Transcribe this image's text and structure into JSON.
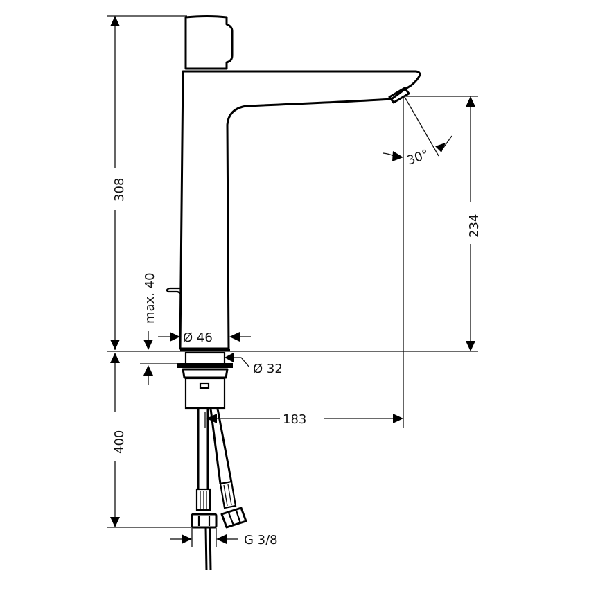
{
  "drawing": {
    "subject": "single-lever basin mixer dimensional drawing",
    "colors": {
      "line": "#000000",
      "background": "#ffffff"
    },
    "dimensions": {
      "total_height": "308",
      "spout_height": "234",
      "spout_angle": "30°",
      "max_thickness": "max. 40",
      "body_diameter": "Ø 46",
      "shank_diameter": "Ø 32",
      "projection": "183",
      "hose_length": "400",
      "connection_thread": "G 3/8"
    }
  }
}
